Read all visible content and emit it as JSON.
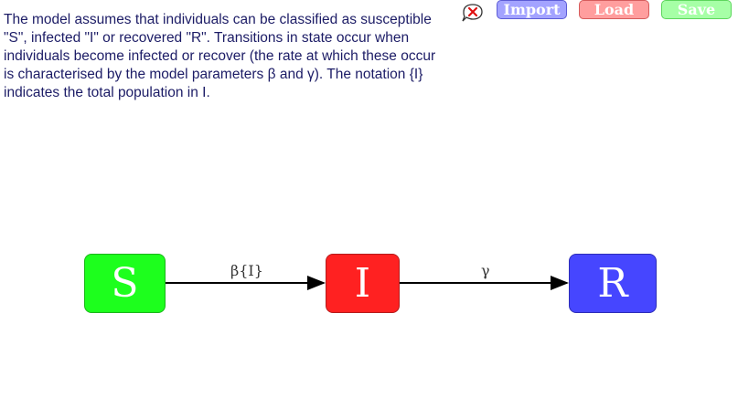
{
  "description": "The model assumes that individuals can be classified as susceptible \"S\", infected \"I\" or recovered \"R\". Transitions in state occur when individuals become infected or recover (the rate at which these occur is characterised by the model parameters β and γ). The notation {I} indicates the total population in I.",
  "toolbar": {
    "import_label": "Import",
    "load_label": "Load",
    "save_label": "Save",
    "close_icon": "close-icon"
  },
  "diagram": {
    "nodes": [
      {
        "id": "S",
        "label": "S",
        "color": "#1dff1d"
      },
      {
        "id": "I",
        "label": "I",
        "color": "#ff2121"
      },
      {
        "id": "R",
        "label": "R",
        "color": "#4646ff"
      }
    ],
    "edges": [
      {
        "from": "S",
        "to": "I",
        "label": "β{I}"
      },
      {
        "from": "I",
        "to": "R",
        "label": "γ"
      }
    ]
  },
  "colors": {
    "text": "#1c1c66",
    "import": "#a3a3ff",
    "load": "#ff9e9e",
    "save": "#a6ffa6"
  }
}
